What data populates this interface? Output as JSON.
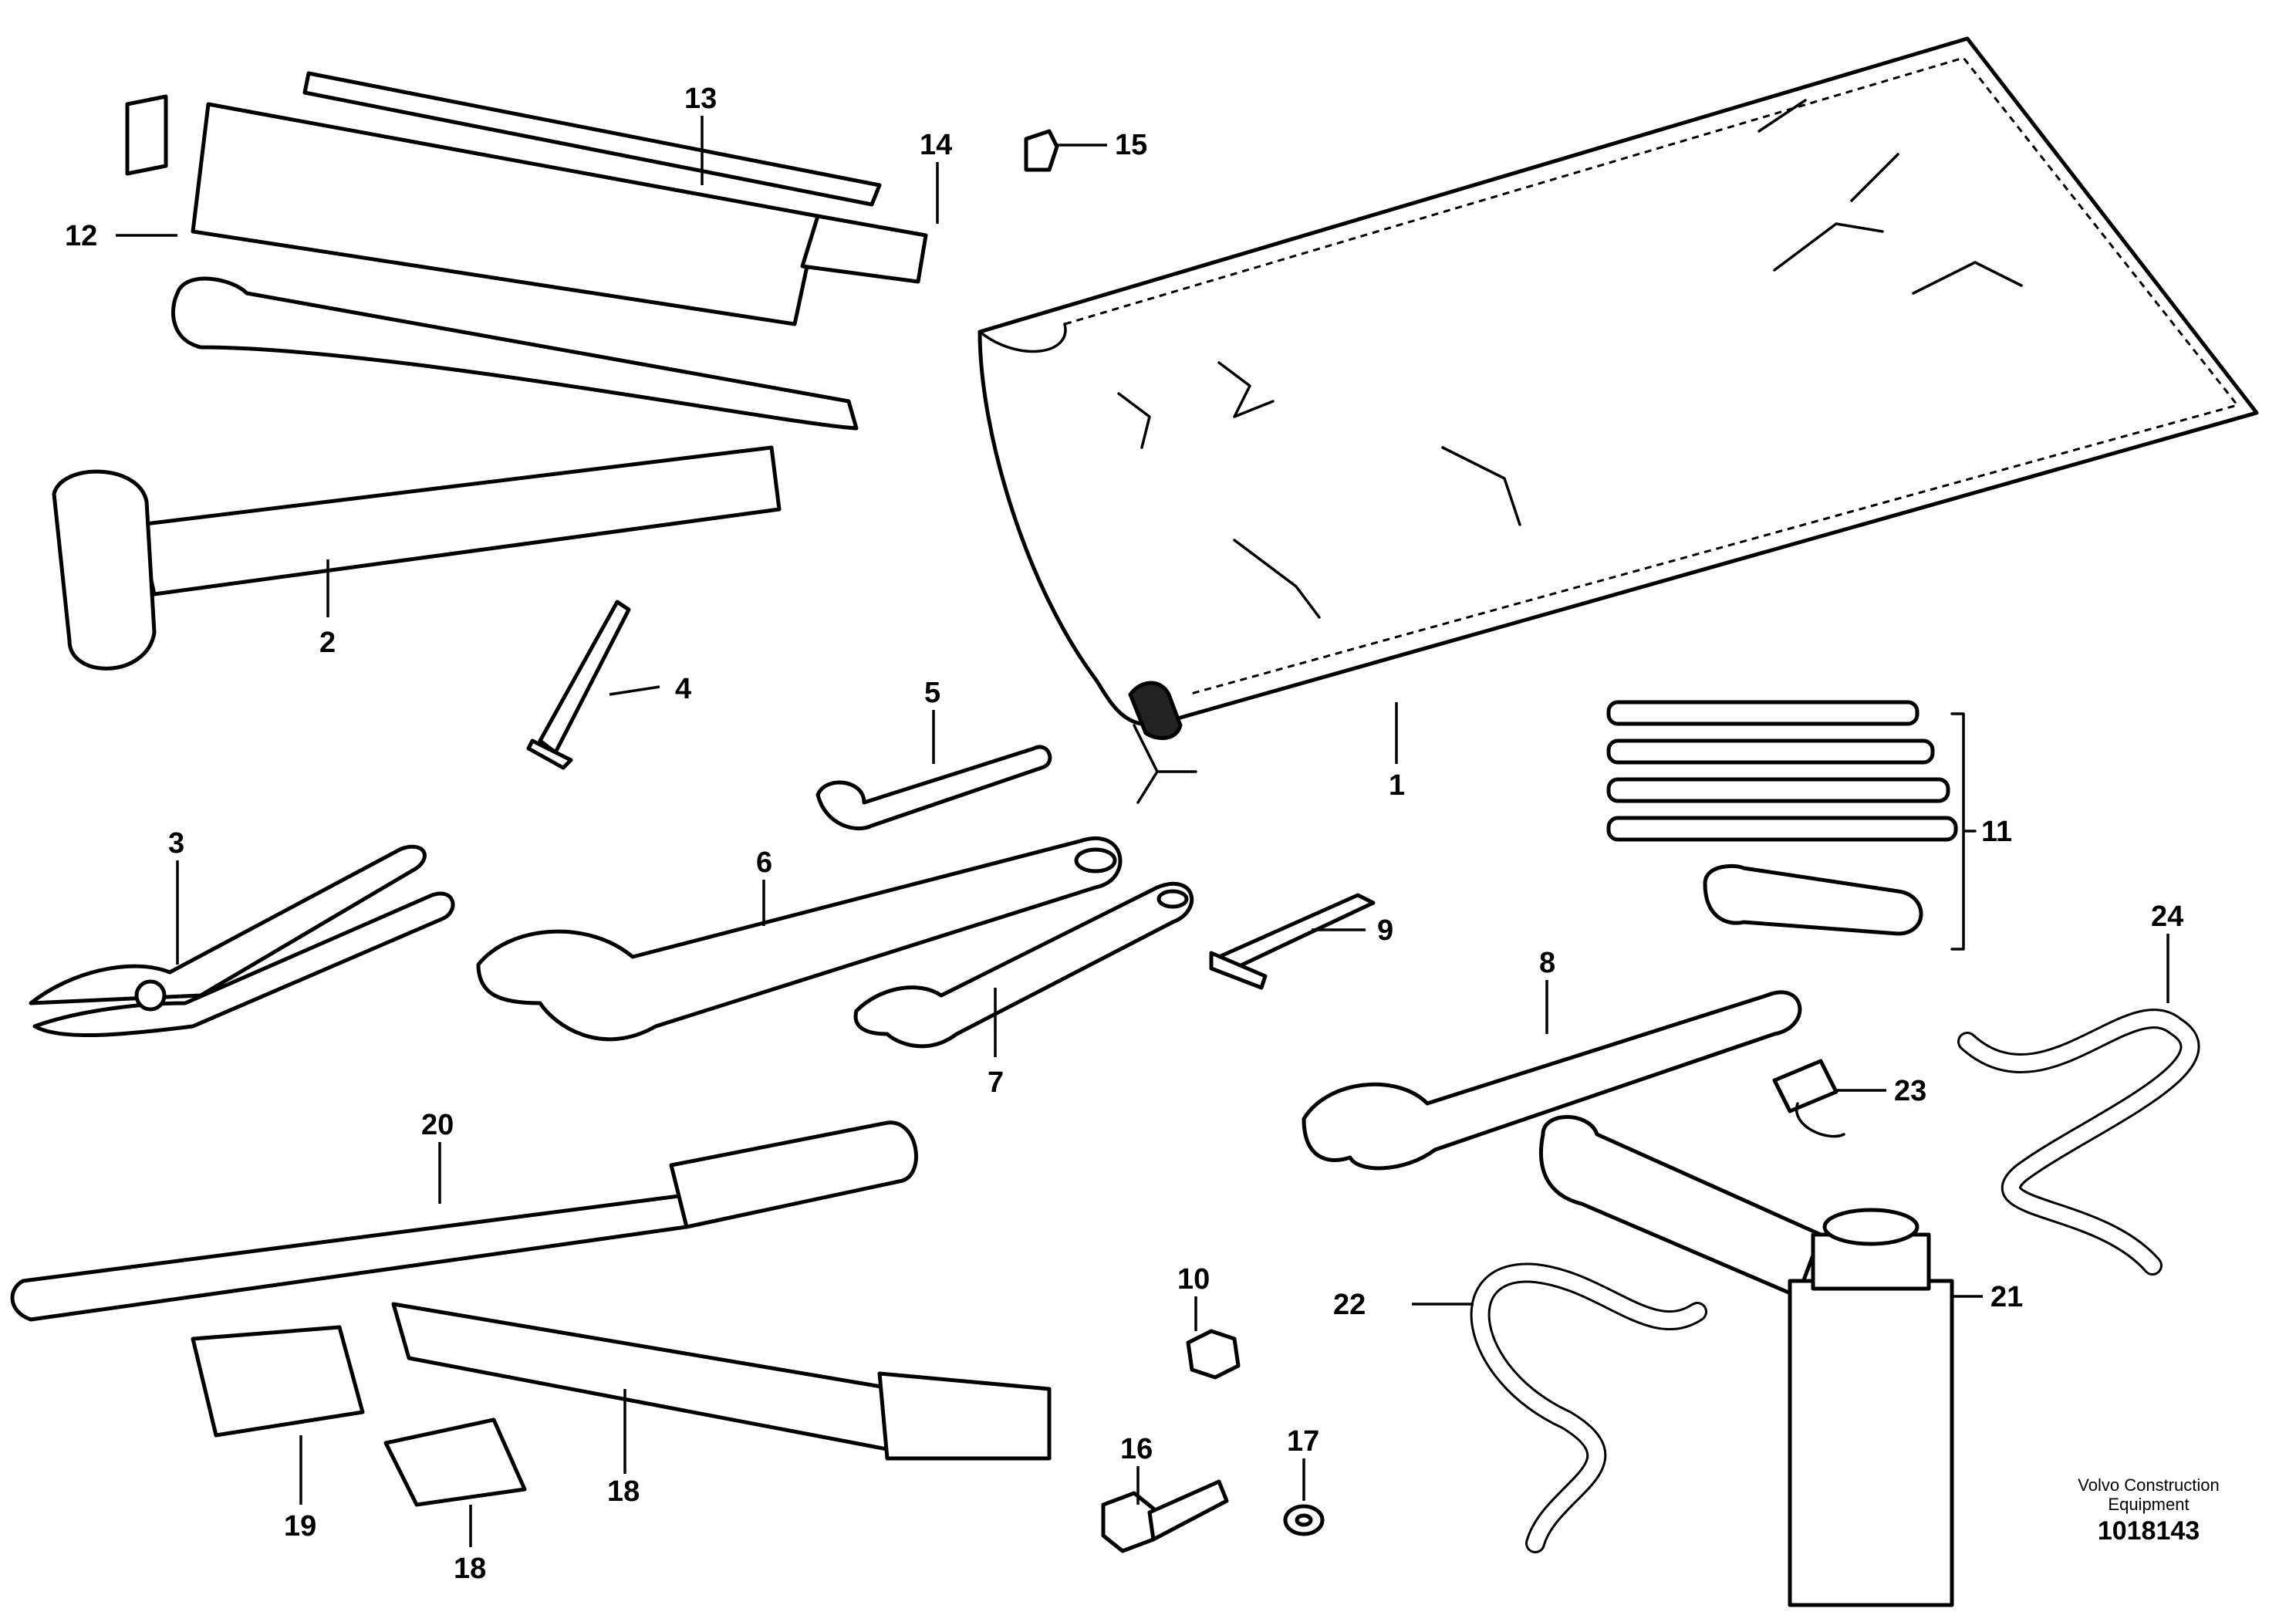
{
  "callouts": {
    "n1": "1",
    "n2": "2",
    "n3": "3",
    "n4": "4",
    "n5": "5",
    "n6": "6",
    "n7": "7",
    "n8": "8",
    "n9": "9",
    "n10": "10",
    "n11": "11",
    "n12": "12",
    "n13": "13",
    "n14": "14",
    "n15": "15",
    "n16": "16",
    "n17": "17",
    "n18a": "18",
    "n18b": "18",
    "n19": "19",
    "n20": "20",
    "n21": "21",
    "n22": "22",
    "n23": "23",
    "n24": "24"
  },
  "footer": {
    "brand_line1": "Volvo Construction",
    "brand_line2": "Equipment",
    "doc_number": "1018143"
  }
}
